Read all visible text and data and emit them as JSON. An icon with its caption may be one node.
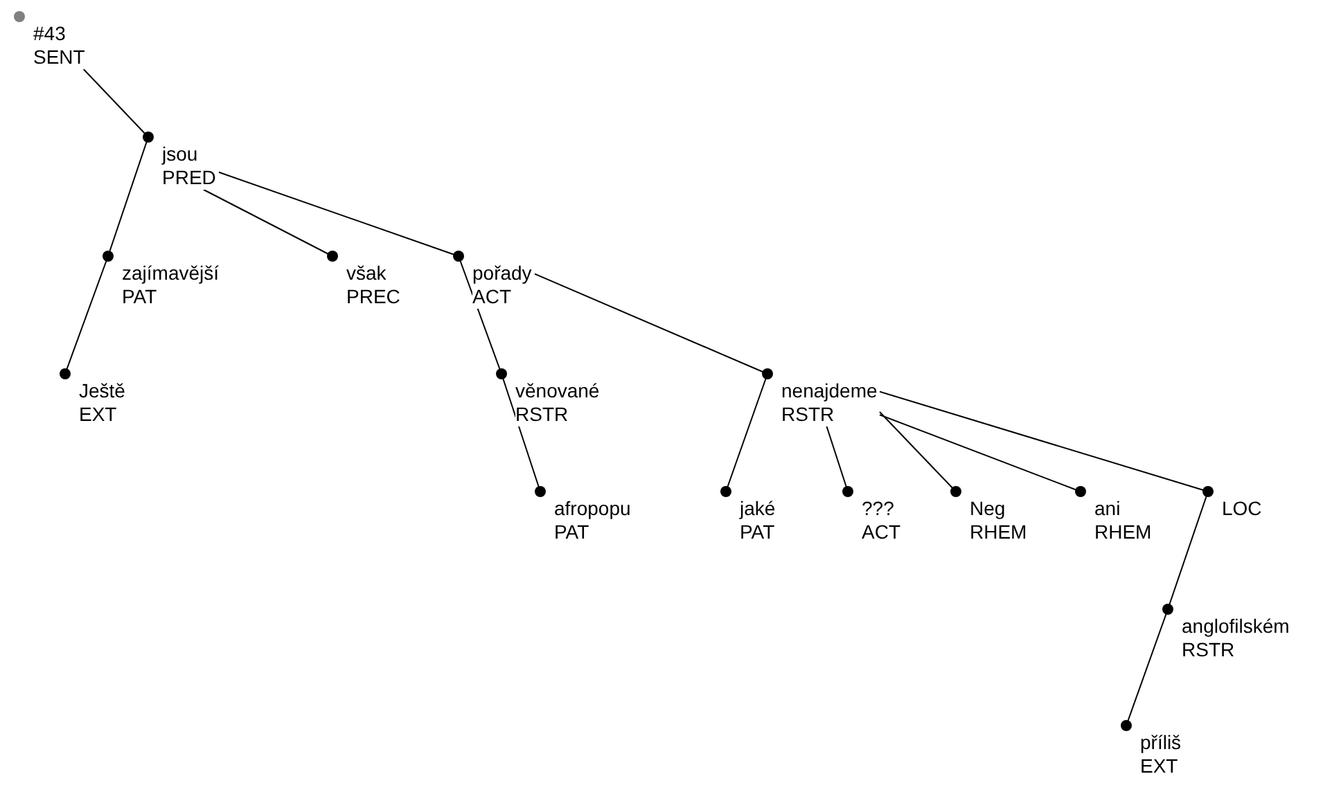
{
  "diagram": {
    "nodes": [
      {
        "text": [
          "#43",
          "SENT"
        ]
      },
      {
        "text": [
          "jsou",
          "PRED"
        ]
      },
      {
        "text": [
          "zajímavější",
          "PAT"
        ]
      },
      {
        "text": [
          "však",
          "PREC"
        ]
      },
      {
        "text": [
          "pořady",
          "ACT"
        ]
      },
      {
        "text": [
          "Ještě",
          "EXT"
        ]
      },
      {
        "text": [
          "věnované",
          "RSTR"
        ]
      },
      {
        "text": [
          "nenajdeme",
          "RSTR"
        ]
      },
      {
        "text": [
          "afropopu",
          "PAT"
        ]
      },
      {
        "text": [
          "jaké",
          "PAT"
        ]
      },
      {
        "text": [
          "???",
          "ACT"
        ]
      },
      {
        "text": [
          "Neg",
          "RHEM"
        ]
      },
      {
        "text": [
          "ani",
          "RHEM"
        ]
      },
      {
        "text": [
          "LOC"
        ]
      },
      {
        "text": [
          "anglofilském",
          "RSTR"
        ]
      },
      {
        "text": [
          "příliš",
          "EXT"
        ]
      }
    ],
    "edges": [
      {
        "from": 0,
        "to": 1,
        "arrow": "none"
      },
      {
        "from": 1,
        "to": 2,
        "arrow": "none"
      },
      {
        "from": 2,
        "to": 5,
        "arrow": "none"
      },
      {
        "from": 1,
        "to": 3,
        "arrow": "none"
      },
      {
        "from": 1,
        "to": 4,
        "arrow": "none"
      },
      {
        "from": 4,
        "to": 6,
        "arrow": "none"
      },
      {
        "from": 6,
        "to": 8,
        "arrow": "none"
      },
      {
        "from": 4,
        "to": 7,
        "arrow": "none"
      },
      {
        "from": 7,
        "to": 9,
        "arrow": "none"
      },
      {
        "from": 7,
        "to": 10,
        "arrow": "none"
      },
      {
        "from": 7,
        "to": 11,
        "arrow": "none"
      },
      {
        "from": 7,
        "to": 12,
        "arrow": "none"
      },
      {
        "from": 7,
        "to": 13,
        "arrow": "none"
      },
      {
        "from": 13,
        "to": 14,
        "arrow": "none"
      },
      {
        "from": 14,
        "to": 15,
        "arrow": "none"
      }
    ]
  }
}
